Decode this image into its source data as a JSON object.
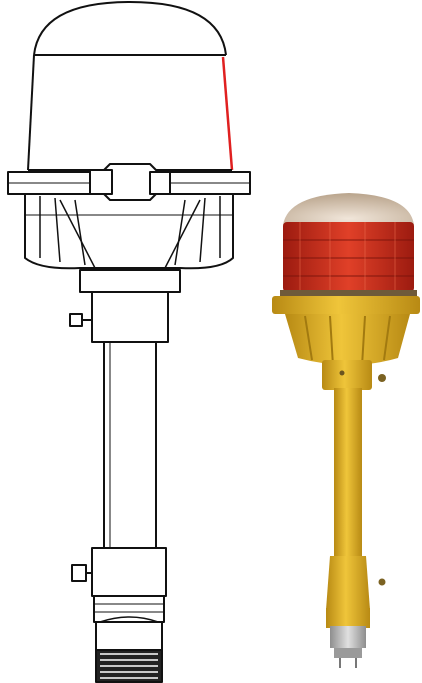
{
  "image": {
    "subject": "obstruction-light",
    "views": [
      "line-drawing",
      "photograph"
    ],
    "colors": {
      "line": "#111111",
      "lens_highlight": "#e02020",
      "photo_body_yellow": "#e7b62a",
      "photo_body_shadow": "#b88a14",
      "photo_lens_red": "#cc2a1a",
      "photo_dome_glass": "#d8c8b4",
      "photo_metal_base": "#b9b9b9"
    }
  }
}
